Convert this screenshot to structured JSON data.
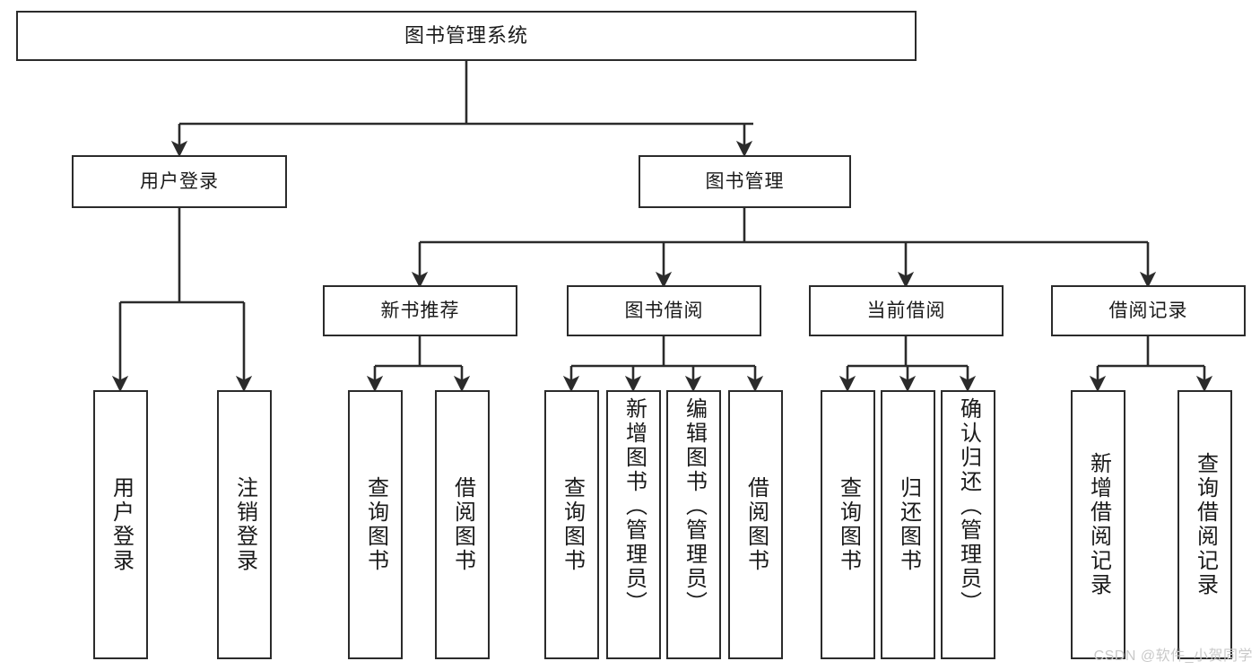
{
  "diagram": {
    "title": "图书管理系统",
    "type": "tree-hierarchy-diagram",
    "watermark": "CSDN @软件_小贺同学",
    "colors": {
      "stroke": "#2b2b2b",
      "fill": "#ffffff",
      "text": "#1a1a1a",
      "watermark": "#c9c9c9"
    },
    "levels": {
      "root": {
        "label": "图书管理系统"
      },
      "level1": [
        {
          "label": "用户登录"
        },
        {
          "label": "图书管理"
        }
      ],
      "level2": [
        {
          "label": "新书推荐"
        },
        {
          "label": "图书借阅"
        },
        {
          "label": "当前借阅"
        },
        {
          "label": "借阅记录"
        }
      ],
      "leaves": {
        "user_login": [
          {
            "label": "用户登录"
          },
          {
            "label": "注销登录"
          }
        ],
        "new_book_recommend": [
          {
            "label": "查询图书"
          },
          {
            "label": "借阅图书"
          }
        ],
        "book_borrow": [
          {
            "label": "查询图书"
          },
          {
            "label": "新增图书（管理员）"
          },
          {
            "label": "编辑图书（管理员）"
          },
          {
            "label": "借阅图书"
          }
        ],
        "current_borrow": [
          {
            "label": "查询图书"
          },
          {
            "label": "归还图书"
          },
          {
            "label": "确认归还（管理员）"
          }
        ],
        "borrow_record": [
          {
            "label": "新增借阅记录"
          },
          {
            "label": "查询借阅记录"
          }
        ]
      }
    }
  }
}
